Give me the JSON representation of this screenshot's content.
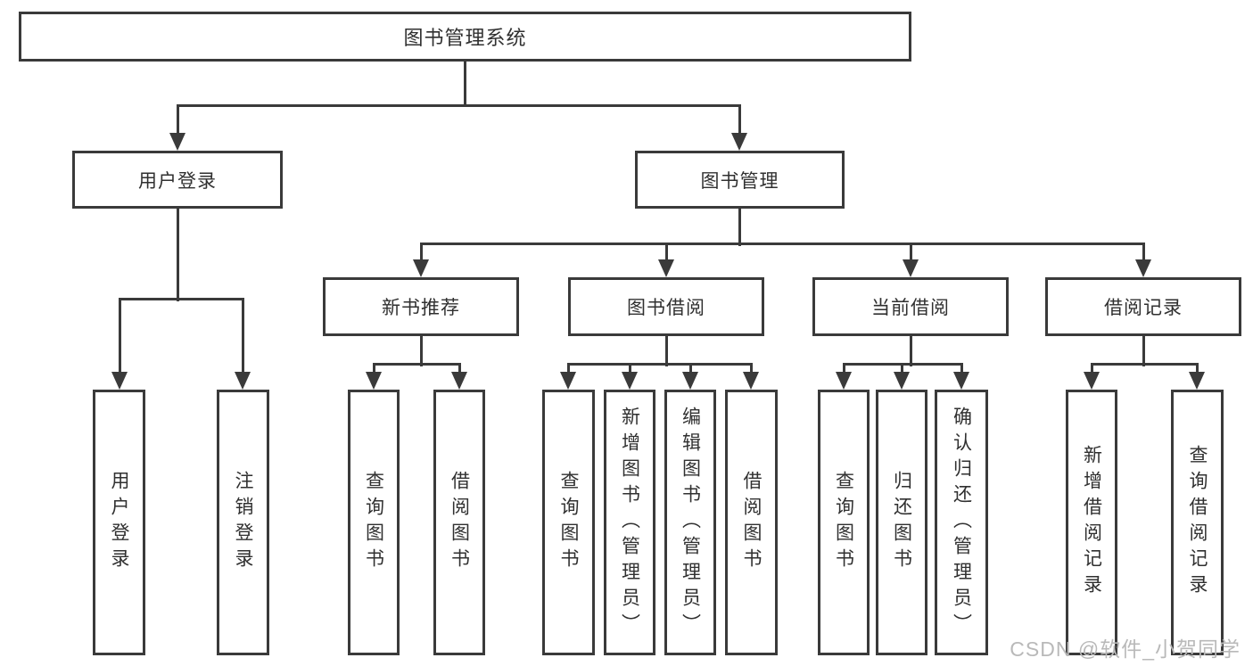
{
  "diagram": {
    "title": "图书管理系统",
    "watermark": "CSDN @软件_小贺同学",
    "colors": {
      "line": "#3a3a3a",
      "text": "#303030",
      "watermark": "#b9b9b9",
      "background": "#ffffff"
    },
    "tree": {
      "label": "图书管理系统",
      "children": [
        {
          "label": "用户登录",
          "children": [
            {
              "label": "用户登录"
            },
            {
              "label": "注销登录"
            }
          ]
        },
        {
          "label": "图书管理",
          "children": [
            {
              "label": "新书推荐",
              "children": [
                {
                  "label": "查询图书"
                },
                {
                  "label": "借阅图书"
                }
              ]
            },
            {
              "label": "图书借阅",
              "children": [
                {
                  "label": "查询图书"
                },
                {
                  "label": "新增图书（管理员）"
                },
                {
                  "label": "编辑图书（管理员）"
                },
                {
                  "label": "借阅图书"
                }
              ]
            },
            {
              "label": "当前借阅",
              "children": [
                {
                  "label": "查询图书"
                },
                {
                  "label": "归还图书"
                },
                {
                  "label": "确认归还（管理员）"
                }
              ]
            },
            {
              "label": "借阅记录",
              "children": [
                {
                  "label": "新增借阅记录"
                },
                {
                  "label": "查询借阅记录"
                }
              ]
            }
          ]
        }
      ]
    }
  }
}
